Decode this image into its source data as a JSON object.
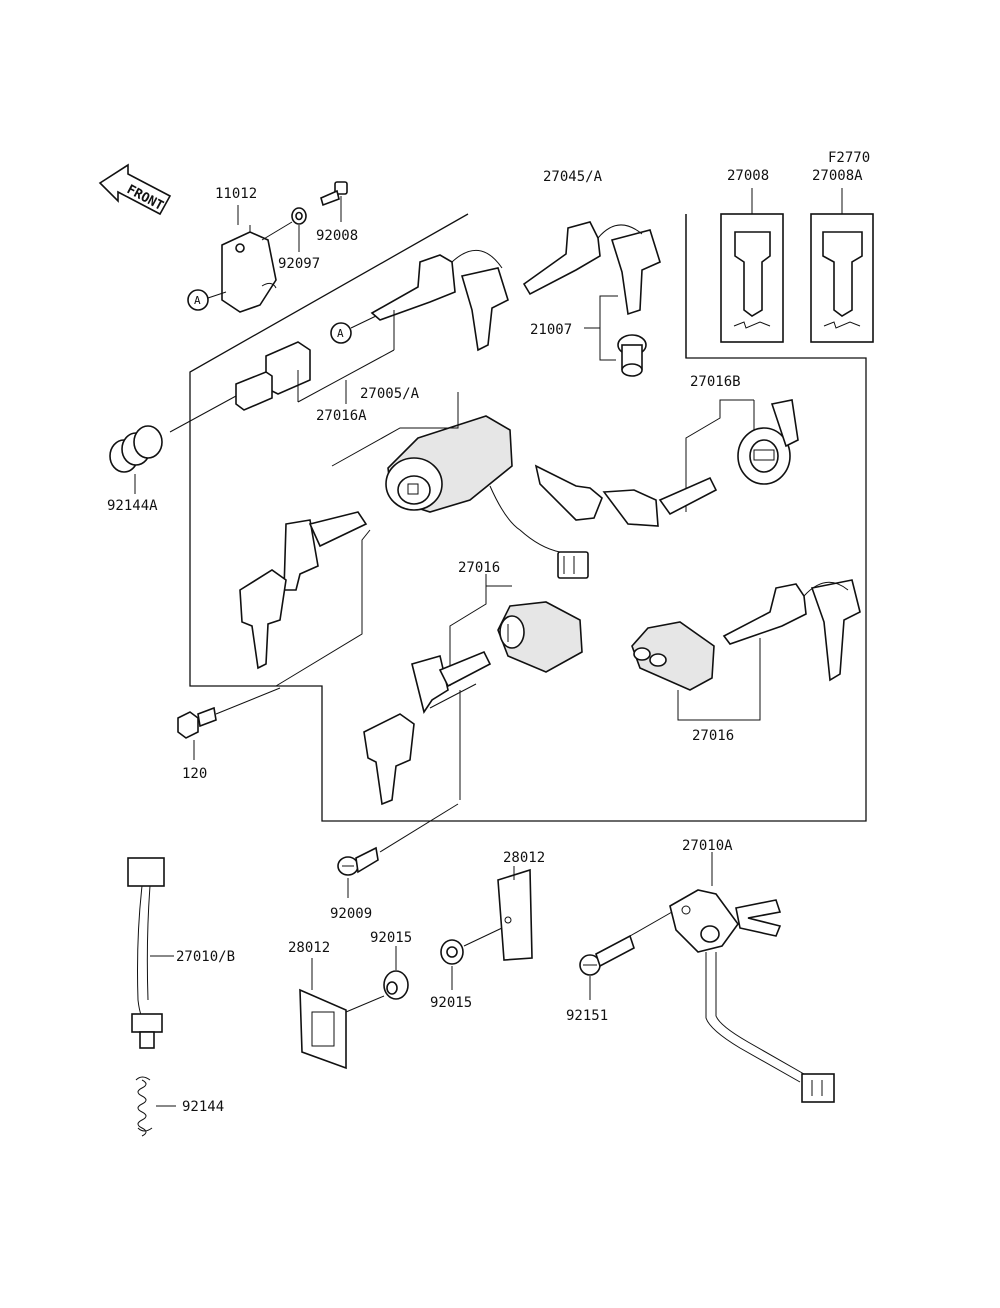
{
  "figure_code": "F2770",
  "front_arrow_label": "FRONT",
  "ref_marker": "A",
  "labels": {
    "p11012": "11012",
    "p92008": "92008",
    "p92097": "92097",
    "p27045": "27045/A",
    "p27008": "27008",
    "p27008A": "27008A",
    "p21007": "21007",
    "p27005": "27005/A",
    "p27016A": "27016A",
    "p92144A": "92144A",
    "p27016B": "27016B",
    "p27016_top": "27016",
    "p27016_right": "27016",
    "p120": "120",
    "p28012_top": "28012",
    "p27010A": "27010A",
    "p92009": "92009",
    "p92015_top": "92015",
    "p28012_bottom": "28012",
    "p27010B": "27010/B",
    "p92015_bottom": "92015",
    "p92151": "92151",
    "p92144": "92144"
  }
}
